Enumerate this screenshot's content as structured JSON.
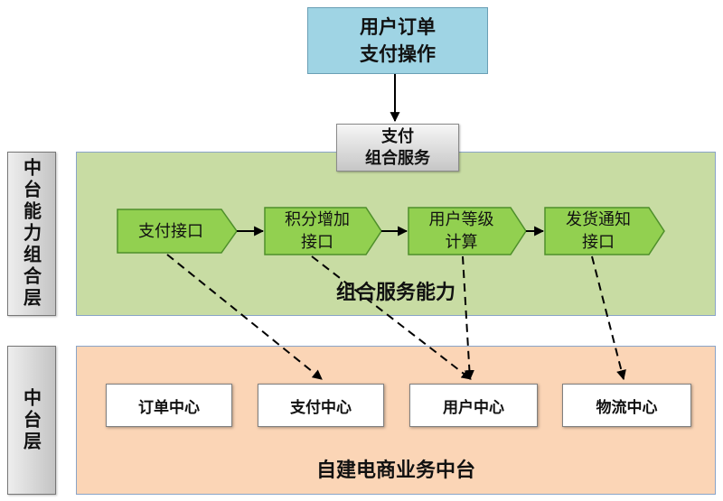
{
  "top_action": {
    "label": "用户订单\n支付操作"
  },
  "composite_service": {
    "label": "支付\n组合服务"
  },
  "layers": [
    {
      "side_label": "中台能力组合层",
      "title": "组合服务能力"
    },
    {
      "side_label": "中台层",
      "title": "自建电商业务中台"
    }
  ],
  "interfaces": [
    {
      "label": "支付接口"
    },
    {
      "label": "积分增加\n接口"
    },
    {
      "label": "用户等级\n计算"
    },
    {
      "label": "发货通知\n接口"
    }
  ],
  "centers": [
    {
      "label": "订单中心"
    },
    {
      "label": "支付中心"
    },
    {
      "label": "用户中心"
    },
    {
      "label": "物流中心"
    }
  ],
  "colors": {
    "top_action": "#9fd4e4",
    "capability_layer": "#c8dca3",
    "platform_layer": "#fbd5b6",
    "interface_fill": "#92d050",
    "interface_border": "#4e8f2a",
    "arrow": "#000000"
  }
}
